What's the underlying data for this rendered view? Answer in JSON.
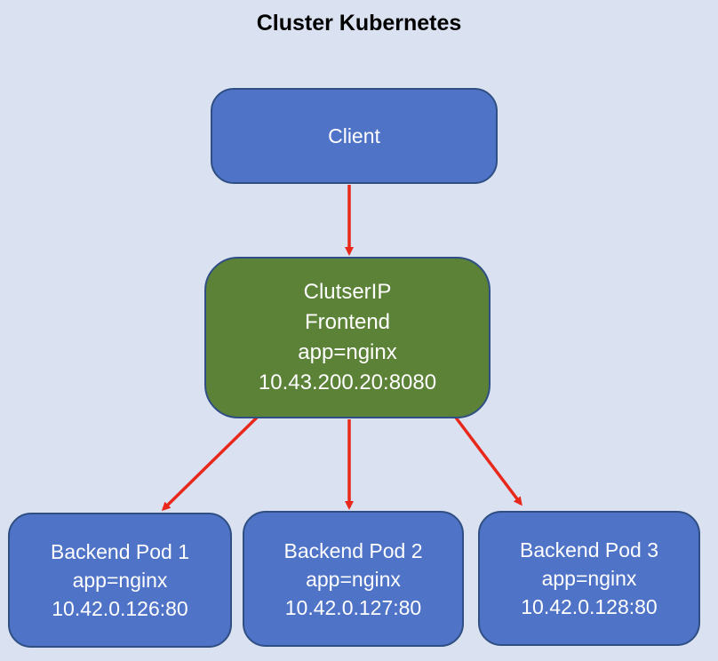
{
  "title": "Cluster Kubernetes",
  "client": {
    "label": "Client"
  },
  "service": {
    "line1": "ClutserIP",
    "line2": "Frontend",
    "line3": "app=nginx",
    "line4": "10.43.200.20:8080"
  },
  "pods": [
    {
      "name": "Backend Pod 1",
      "selector": "app=nginx",
      "address": "10.42.0.126:80"
    },
    {
      "name": "Backend Pod 2",
      "selector": "app=nginx",
      "address": "10.42.0.127:80"
    },
    {
      "name": "Backend Pod 3",
      "selector": "app=nginx",
      "address": "10.42.0.128:80"
    }
  ],
  "colors": {
    "background": "#dae1f1",
    "node_blue": "#4f73c6",
    "node_green": "#5b8237",
    "node_border": "#2f4f84",
    "arrow": "#e8281b",
    "text_light": "#ffffff"
  }
}
